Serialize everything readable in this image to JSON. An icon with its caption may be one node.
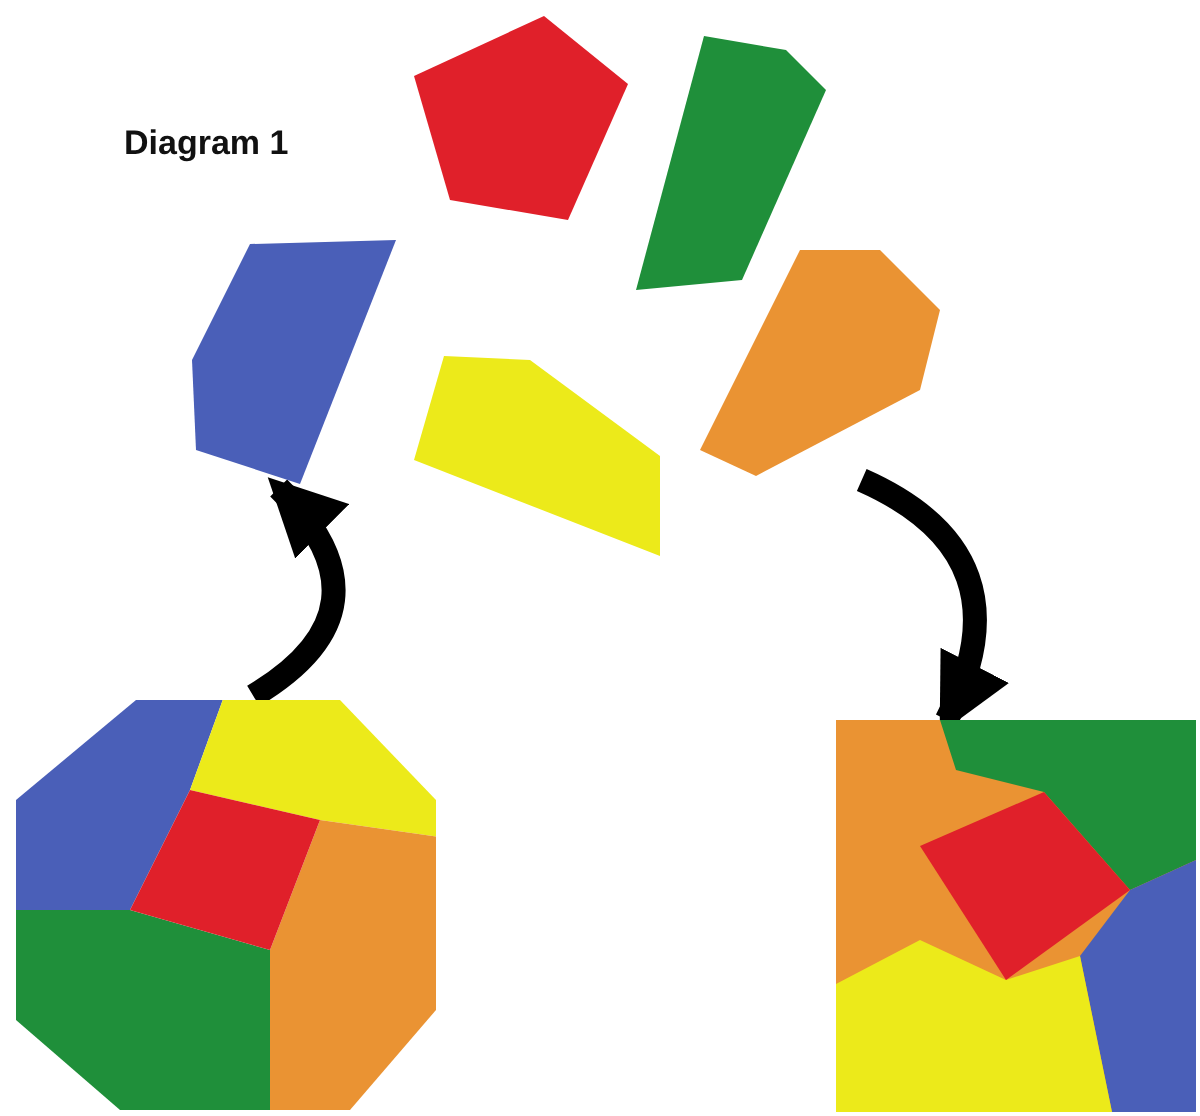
{
  "diagram": {
    "title": "Diagram 1",
    "nodes": [
      {
        "text": [],
        "shape": "polygon"
      },
      {
        "text": [],
        "shape": "polygon"
      },
      {
        "text": [],
        "shape": "polygon"
      },
      {
        "text": [],
        "shape": "polygon"
      },
      {
        "text": [],
        "shape": "polygon"
      },
      {
        "text": [],
        "shape": "picture"
      },
      {
        "text": [],
        "shape": "picture"
      }
    ],
    "edges": [
      {
        "from": 5,
        "to": 2,
        "arrow": "to"
      },
      {
        "from": 4,
        "to": 6,
        "arrow": "to"
      }
    ]
  }
}
